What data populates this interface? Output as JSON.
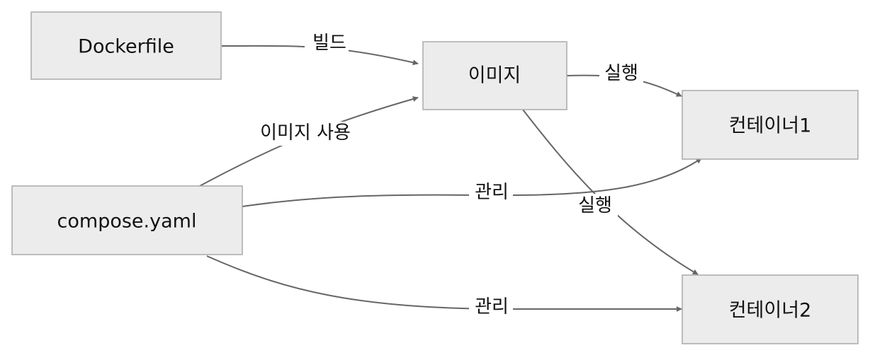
{
  "nodes": {
    "dockerfile": "Dockerfile",
    "image": "이미지",
    "compose": "compose.yaml",
    "container1": "컨테이너1",
    "container2": "컨테이너2"
  },
  "edges": {
    "build": "빌드",
    "run1": "실행",
    "use_image": "이미지 사용",
    "manage1": "관리",
    "run2": "실행",
    "manage2": "관리"
  },
  "colors": {
    "node_fill": "#ececec",
    "node_stroke": "#aaaaaa",
    "edge": "#666666"
  }
}
